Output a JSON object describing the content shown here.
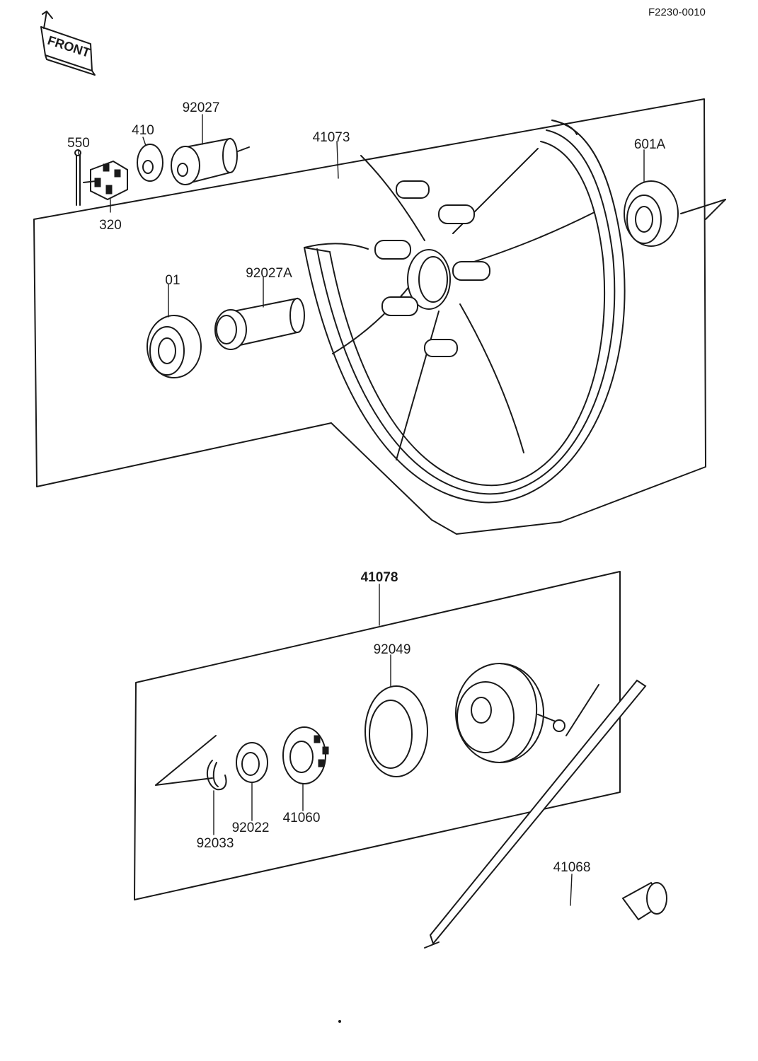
{
  "drawing_code": "F2230-0010",
  "front_marker": {
    "label": "FRONT",
    "icon": "front-arrow-icon"
  },
  "wheel_group": {
    "ref": "41073",
    "parts": [
      {
        "ref": "550"
      },
      {
        "ref": "410"
      },
      {
        "ref": "92027"
      },
      {
        "ref": "320"
      },
      {
        "ref": "601A"
      },
      {
        "ref": "01"
      },
      {
        "ref": "92027A"
      }
    ]
  },
  "hub_group": {
    "ref": "41078",
    "parts": [
      {
        "ref": "92049"
      },
      {
        "ref": "41060"
      },
      {
        "ref": "92022"
      },
      {
        "ref": "92033"
      }
    ]
  },
  "axle": {
    "ref": "41068"
  }
}
